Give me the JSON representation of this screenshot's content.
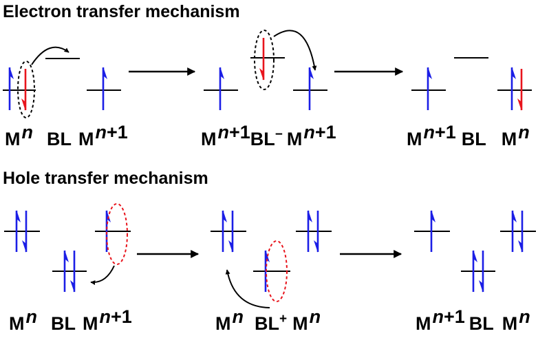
{
  "colors": {
    "spin_blue": "#1b1ee6",
    "spin_red": "#e8141c",
    "dash_red": "#e8141c",
    "ink": "#000000"
  },
  "electron": {
    "title": "Electron transfer mechanism",
    "s1": {
      "m": "M",
      "n": "n",
      "bl": "BL",
      "m2": "M",
      "n2": "n",
      "p1": "+1"
    },
    "s2": {
      "m": "M",
      "n": "n",
      "p1": "+1",
      "bl": "BL",
      "minus": "−",
      "m2": "M",
      "n2": "n",
      "p2": "+1"
    },
    "s3": {
      "m": "M",
      "n": "n",
      "p1": "+1",
      "bl": "BL",
      "m2": "M",
      "n2": "n"
    }
  },
  "hole": {
    "title": "Hole transfer mechanism",
    "s1": {
      "m": "M",
      "n": "n",
      "bl": "BL",
      "m2": "M",
      "n2": "n",
      "p1": "+1"
    },
    "s2": {
      "m": "M",
      "n": "n",
      "bl": "BL",
      "plus": "+",
      "m2": "M",
      "n2": "n"
    },
    "s3": {
      "m": "M",
      "n": "n",
      "p1": "+1",
      "bl": "BL",
      "m2": "M",
      "n2": "n"
    }
  }
}
